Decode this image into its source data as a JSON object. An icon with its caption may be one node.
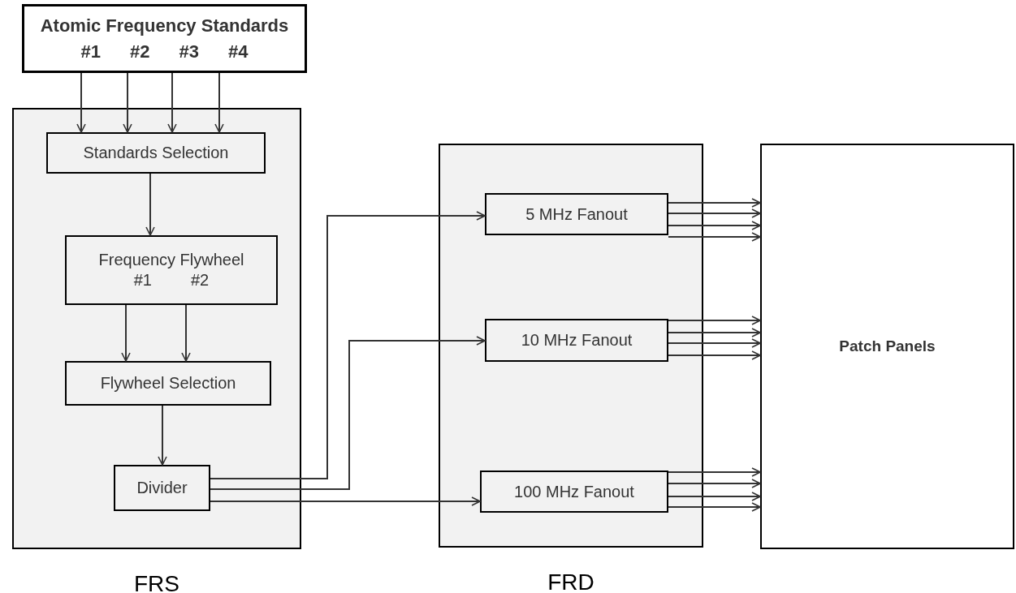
{
  "diagram": {
    "nodes": [
      {
        "text": [
          "Atomic Frequency Standards",
          "#1",
          "#2",
          "#3",
          "#4"
        ]
      },
      {
        "text": [
          "FRS"
        ]
      },
      {
        "text": [
          "Standards Selection"
        ],
        "in": 1
      },
      {
        "text": [
          "Frequency Flywheel",
          "#1",
          "#2"
        ],
        "in": 1
      },
      {
        "text": [
          "Flywheel Selection"
        ],
        "in": 1
      },
      {
        "text": [
          "Divider"
        ],
        "in": 1
      },
      {
        "text": [
          "FRD"
        ]
      },
      {
        "text": [
          "5 MHz Fanout"
        ],
        "in": 6
      },
      {
        "text": [
          "10 MHz Fanout"
        ],
        "in": 6
      },
      {
        "text": [
          "100 MHz Fanout"
        ],
        "in": 6
      },
      {
        "text": [
          "Patch Panels"
        ]
      }
    ],
    "edges": [
      {
        "from": 0,
        "to": 2,
        "arrow": "to"
      },
      {
        "from": 0,
        "to": 2,
        "arrow": "to"
      },
      {
        "from": 0,
        "to": 2,
        "arrow": "to"
      },
      {
        "from": 0,
        "to": 2,
        "arrow": "to"
      },
      {
        "from": 2,
        "to": 3,
        "arrow": "to"
      },
      {
        "from": 3,
        "to": 4,
        "arrow": "to"
      },
      {
        "from": 3,
        "to": 4,
        "arrow": "to"
      },
      {
        "from": 4,
        "to": 5,
        "arrow": "to"
      },
      {
        "from": 5,
        "to": 7,
        "arrow": "to"
      },
      {
        "from": 5,
        "to": 8,
        "arrow": "to"
      },
      {
        "from": 5,
        "to": 9,
        "arrow": "to"
      },
      {
        "from": 7,
        "to": 10,
        "arrow": "to"
      },
      {
        "from": 7,
        "to": 10,
        "arrow": "to"
      },
      {
        "from": 7,
        "to": 10,
        "arrow": "to"
      },
      {
        "from": 7,
        "to": 10,
        "arrow": "to"
      },
      {
        "from": 8,
        "to": 10,
        "arrow": "to"
      },
      {
        "from": 8,
        "to": 10,
        "arrow": "to"
      },
      {
        "from": 8,
        "to": 10,
        "arrow": "to"
      },
      {
        "from": 8,
        "to": 10,
        "arrow": "to"
      },
      {
        "from": 9,
        "to": 10,
        "arrow": "to"
      },
      {
        "from": 9,
        "to": 10,
        "arrow": "to"
      },
      {
        "from": 9,
        "to": 10,
        "arrow": "to"
      },
      {
        "from": 9,
        "to": 10,
        "arrow": "to"
      }
    ]
  }
}
